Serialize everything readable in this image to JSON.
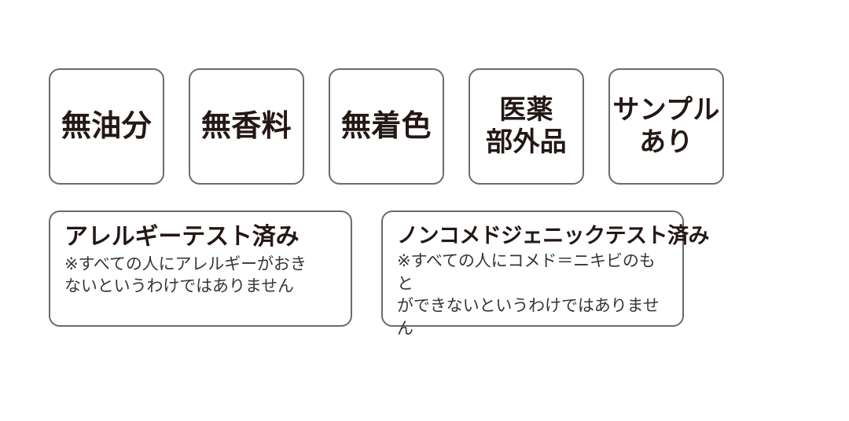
{
  "page": {
    "background_color": "#ffffff",
    "text_color": "#231815",
    "border_color": "#6b6b6b"
  },
  "badges": [
    {
      "id": "no-oil",
      "label": "無油分",
      "lines": 1
    },
    {
      "id": "no-fragrance",
      "label": "無香料",
      "lines": 1
    },
    {
      "id": "no-colorant",
      "label": "無着色",
      "lines": 1
    },
    {
      "id": "quasi-drug",
      "label": "医薬\n部外品",
      "lines": 2
    },
    {
      "id": "sample",
      "label": "サンプル\nあり",
      "lines": 2
    }
  ],
  "test_boxes": [
    {
      "id": "allergy-test",
      "title": "アレルギーテスト済み",
      "note": "※すべての人にアレルギーがおき\nないというわけではありません"
    },
    {
      "id": "non-comedogenic-test",
      "title": "ノンコメドジェニックテスト済み",
      "note": "※すべての人にコメド＝ニキビのもと\nができないというわけではありません"
    }
  ]
}
